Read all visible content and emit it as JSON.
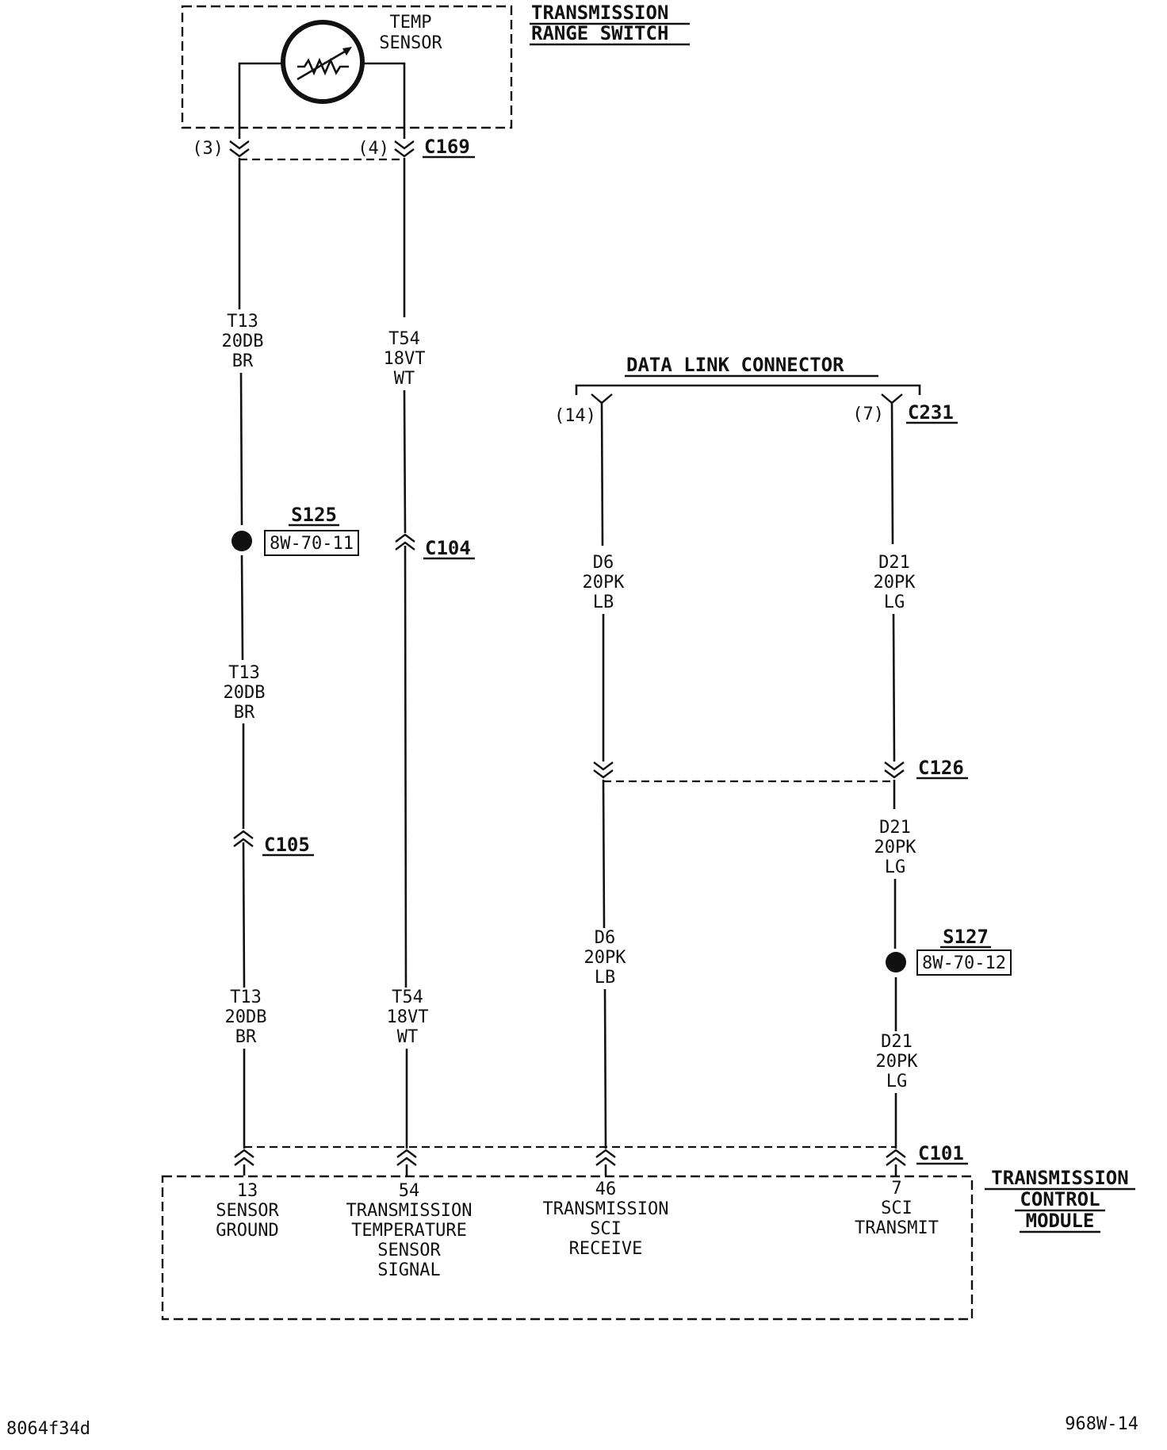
{
  "components": {
    "range_switch": {
      "name_line1": "TRANSMISSION",
      "name_line2": "RANGE SWITCH",
      "sensor_line1": "TEMP",
      "sensor_line2": "SENSOR"
    },
    "data_link": {
      "name": "DATA LINK CONNECTOR"
    },
    "tcm": {
      "name_line1": "TRANSMISSION",
      "name_line2": "CONTROL",
      "name_line3": "MODULE"
    }
  },
  "connectors": {
    "c169": "C169",
    "c169_pin_a": "(3)",
    "c169_pin_b": "(4)",
    "c231": "C231",
    "c231_pin_a": "(14)",
    "c231_pin_b": "(7)",
    "c104": "C104",
    "c105": "C105",
    "c126": "C126",
    "c101": "C101"
  },
  "splices": {
    "s125": {
      "id": "S125",
      "ref": "8W-70-11"
    },
    "s127": {
      "id": "S127",
      "ref": "8W-70-12"
    }
  },
  "wire_labels": {
    "t13": [
      "T13",
      "20DB",
      "BR"
    ],
    "t54": [
      "T54",
      "18VT",
      "WT"
    ],
    "d6": [
      "D6",
      "20PK",
      "LB"
    ],
    "d21": [
      "D21",
      "20PK",
      "LG"
    ]
  },
  "tcm_pins": {
    "p13": [
      "13",
      "SENSOR",
      "GROUND"
    ],
    "p54": [
      "54",
      "TRANSMISSION",
      "TEMPERATURE",
      "SENSOR",
      "SIGNAL"
    ],
    "p46": [
      "46",
      "TRANSMISSION",
      "SCI",
      "RECEIVE"
    ],
    "p7": [
      "7",
      "SCI",
      "TRANSMIT"
    ]
  },
  "footer": {
    "left": "8064f34d",
    "right": "968W-14"
  }
}
